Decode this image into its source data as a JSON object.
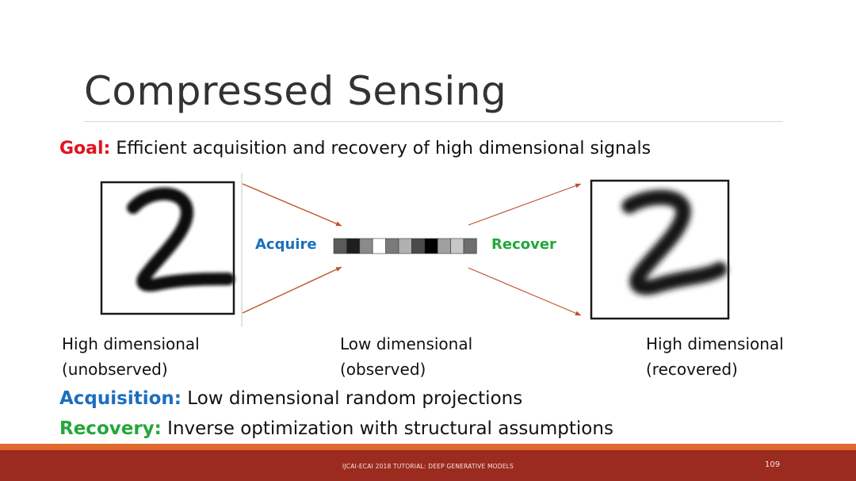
{
  "slide": {
    "title": "Compressed Sensing",
    "goal": {
      "keyword": "Goal:",
      "text": " Efficient acquisition and recovery of high dimensional signals"
    },
    "diagram": {
      "acquire_label": "Acquire",
      "recover_label": "Recover",
      "left_caption": [
        "High dimensional",
        "(unobserved)"
      ],
      "middle_caption": [
        "Low dimensional",
        "(observed)"
      ],
      "right_caption": [
        "High dimensional",
        "(recovered)"
      ],
      "observed_vector_shades": [
        "#5a5a5a",
        "#1e1e1e",
        "#8a8a8a",
        "#ffffff",
        "#7a7a7a",
        "#b0b0b0",
        "#4a4a4a",
        "#000000",
        "#a0a0a0",
        "#c8c8c8",
        "#6e6e6e"
      ]
    },
    "acquisition": {
      "keyword": "Acquisition:",
      "text": " Low dimensional random projections"
    },
    "recovery": {
      "keyword": "Recovery:",
      "text": " Inverse optimization with structural assumptions"
    }
  },
  "footer": {
    "text": "IJCAI-ECAI 2018 TUTORIAL: DEEP GENERATIVE MODELS",
    "page_number": "109"
  },
  "colors": {
    "goal_red": "#e0131f",
    "acquire_blue": "#1b6fbf",
    "recover_green": "#22a83a",
    "footer_bar": "#9c2b1f",
    "footer_stripe": "#e06a2d",
    "arrow": "#c0502a"
  }
}
